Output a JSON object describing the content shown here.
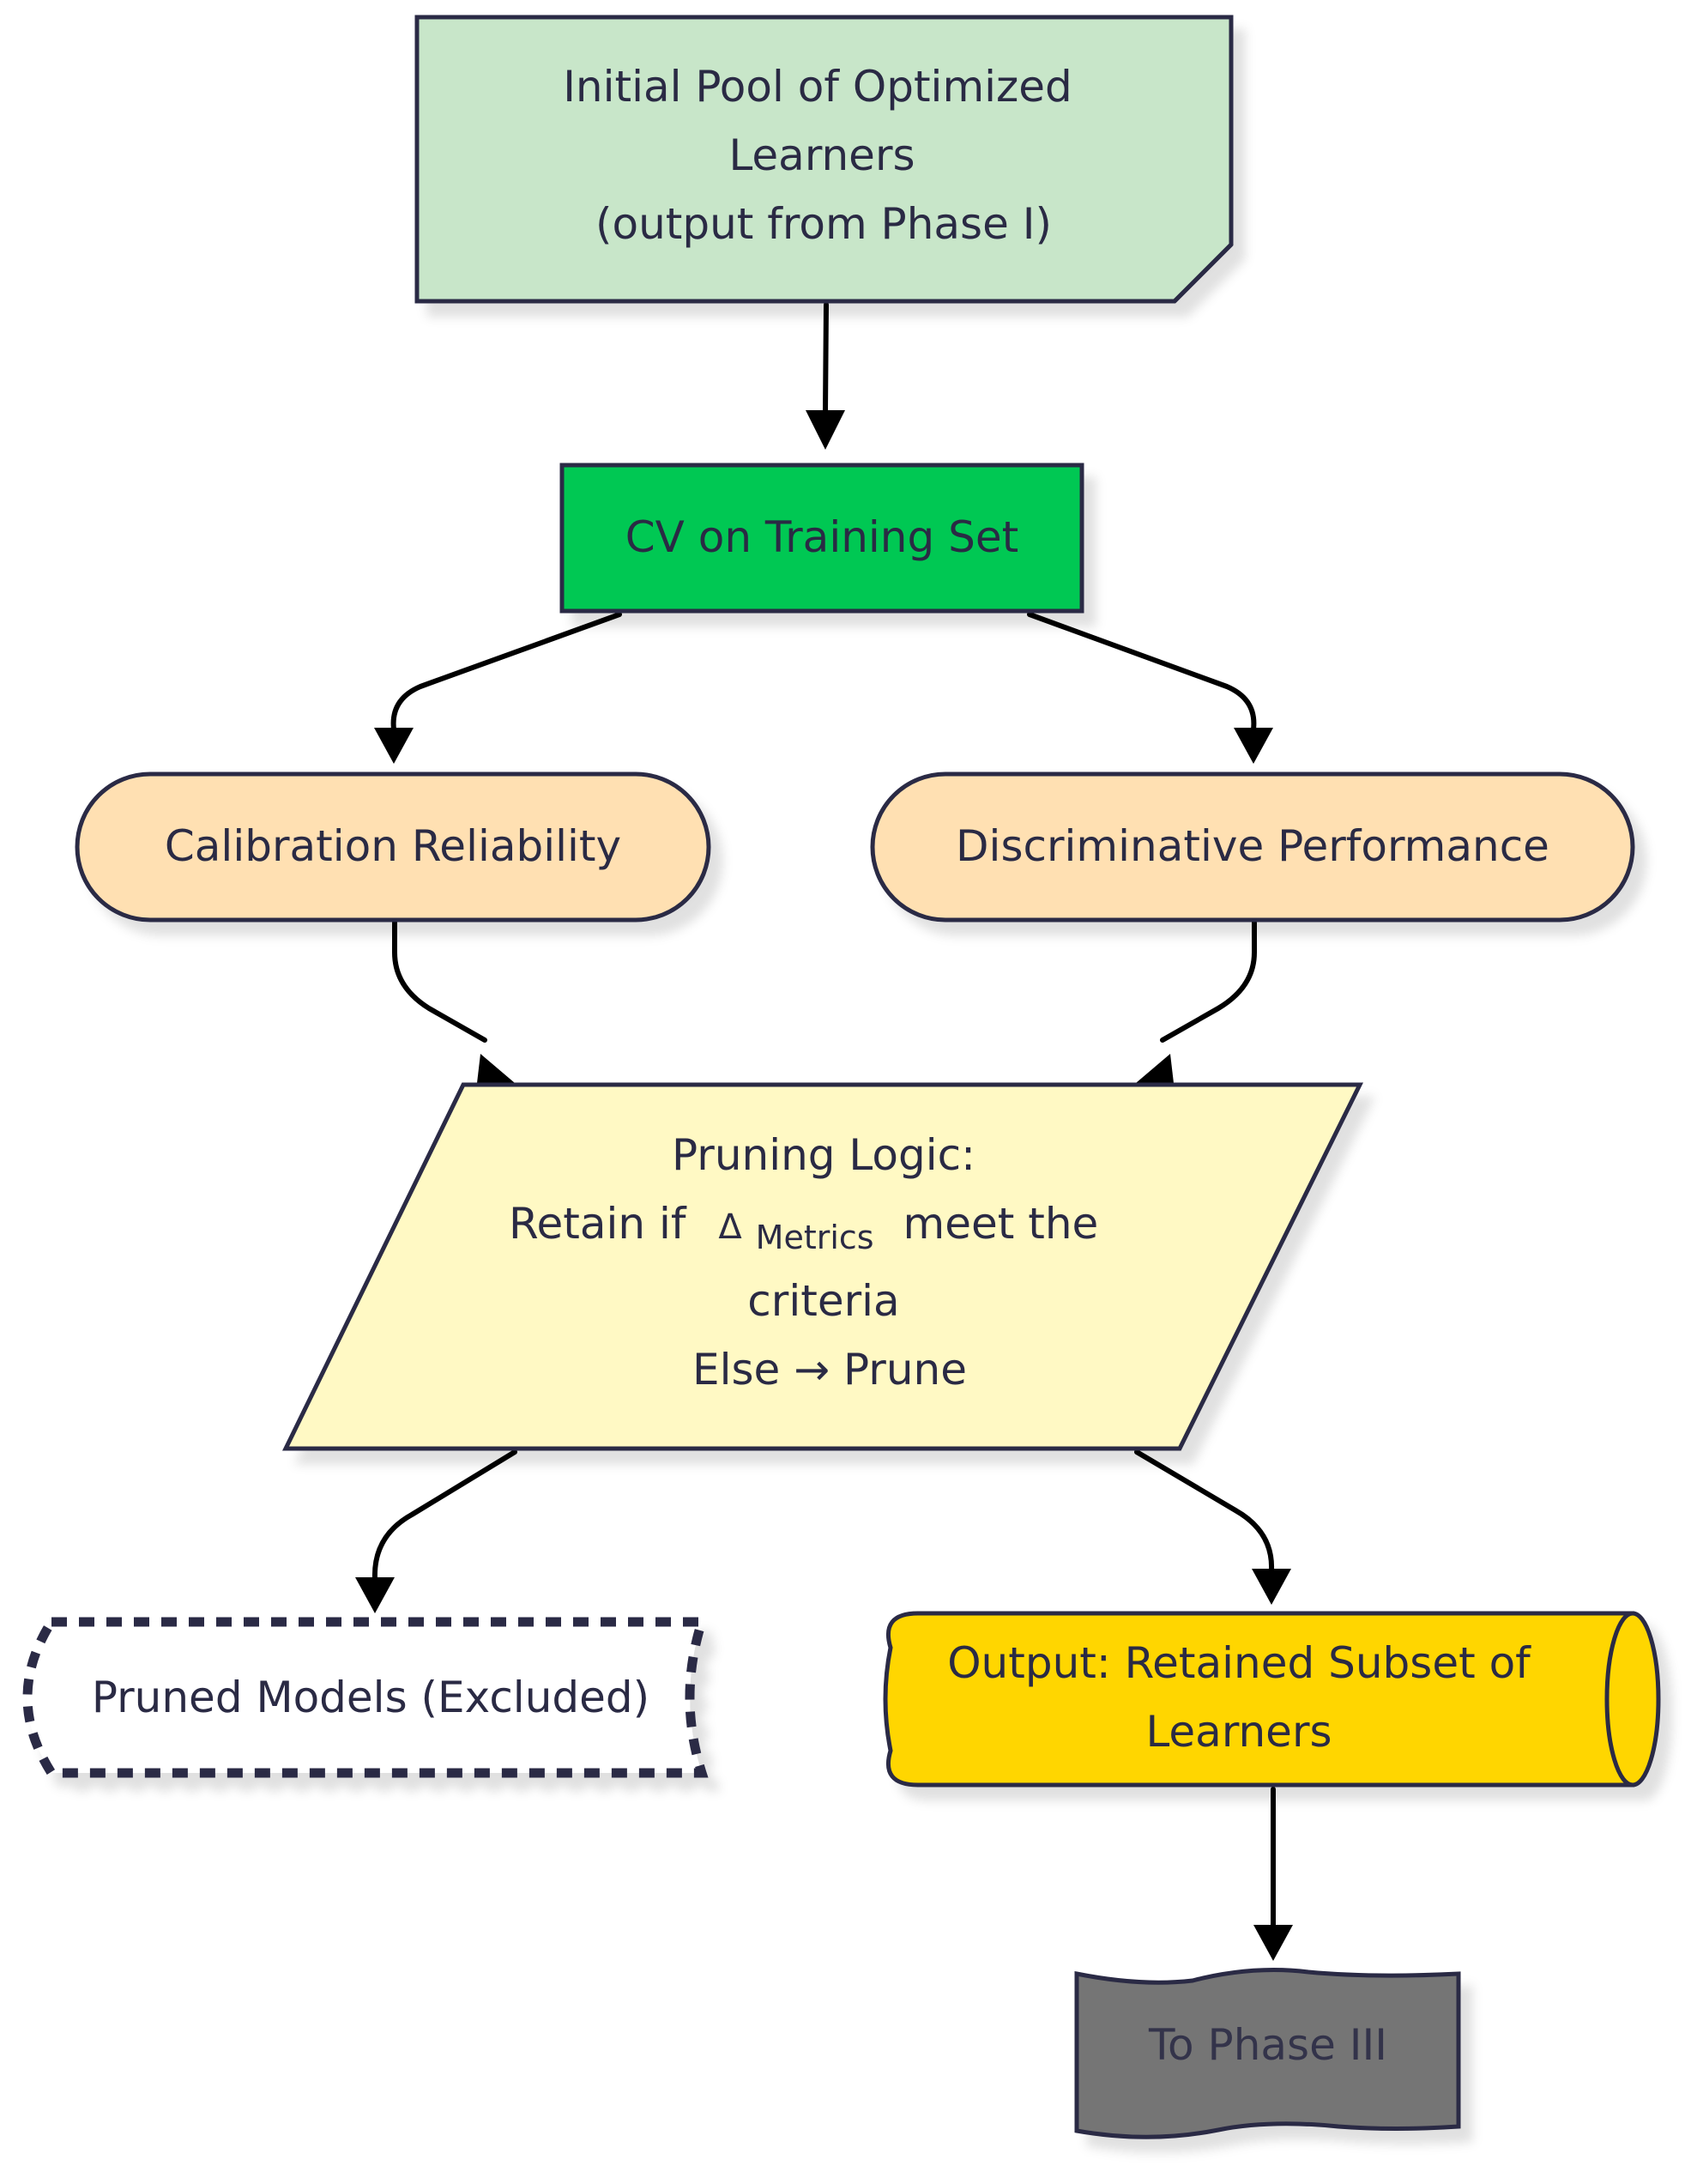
{
  "nodes": {
    "initial_pool": {
      "lines": [
        "Initial Pool of Optimized",
        "Learners",
        "(output from Phase I)"
      ],
      "fill": "#c8e6c9"
    },
    "cv": {
      "label": "CV on Training Set",
      "fill": "#00c853"
    },
    "calibration": {
      "label": "Calibration Reliability",
      "fill": "#ffe0b2"
    },
    "discriminative": {
      "label": "Discriminative Performance",
      "fill": "#ffe0b2"
    },
    "pruning": {
      "line1": "Pruning Logic:",
      "line2_prefix": "Retain if",
      "delta": "Δ",
      "subscript": "Metrics",
      "line2_suffix": "meet the",
      "line3": "criteria",
      "line4": "Else → Prune",
      "fill": "#fff9c4"
    },
    "pruned": {
      "label": "Pruned Models (Excluded)",
      "fill": "#ffffff"
    },
    "output": {
      "lines": [
        "Output: Retained Subset of",
        "Learners"
      ],
      "fill": "#ffd600"
    },
    "phase3": {
      "label": "To Phase III",
      "fill": "#757575"
    }
  },
  "colors": {
    "stroke": "#2a2a44",
    "arrow": "#000000"
  }
}
